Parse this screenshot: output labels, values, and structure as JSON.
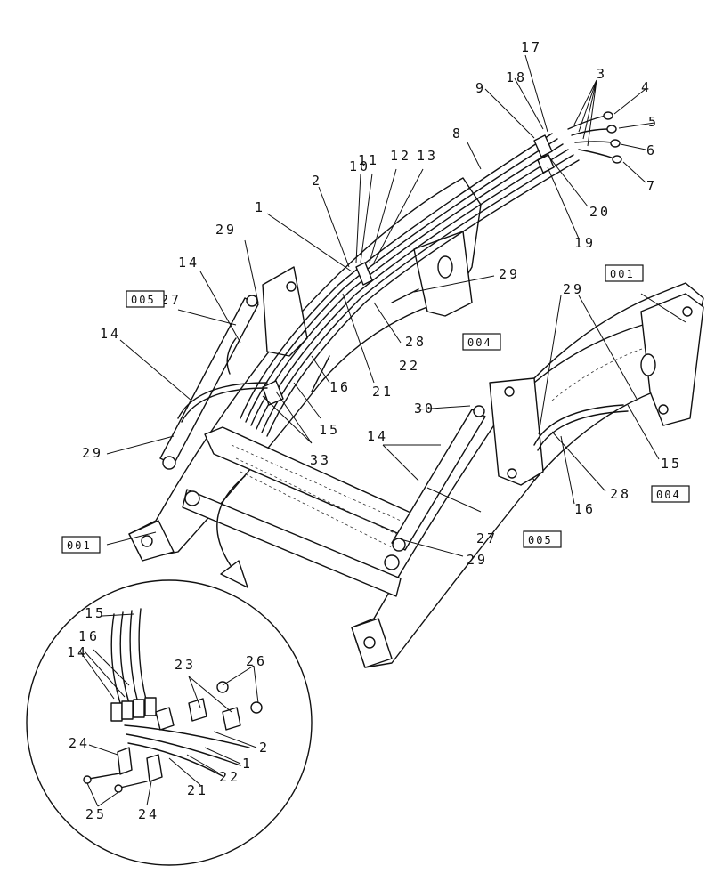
{
  "callouts": {
    "c1": "1",
    "c2": "2",
    "c3": "3",
    "c4": "4",
    "c5": "5",
    "c6": "6",
    "c7": "7",
    "c8": "8",
    "c9": "9",
    "c10": "10",
    "c11": "11",
    "c12": "12",
    "c13": "13",
    "c14": "14",
    "c15": "15",
    "c16": "16",
    "c17": "17",
    "c18": "18",
    "c19": "19",
    "c20": "20",
    "c21": "21",
    "c22": "22",
    "c23": "23",
    "c24": "24",
    "c25": "25",
    "c26": "26",
    "c27": "27",
    "c28": "28",
    "c29": "29",
    "c30": "30",
    "c33": "33"
  },
  "refs": {
    "r001": "001",
    "r004": "004",
    "r005": "005"
  }
}
